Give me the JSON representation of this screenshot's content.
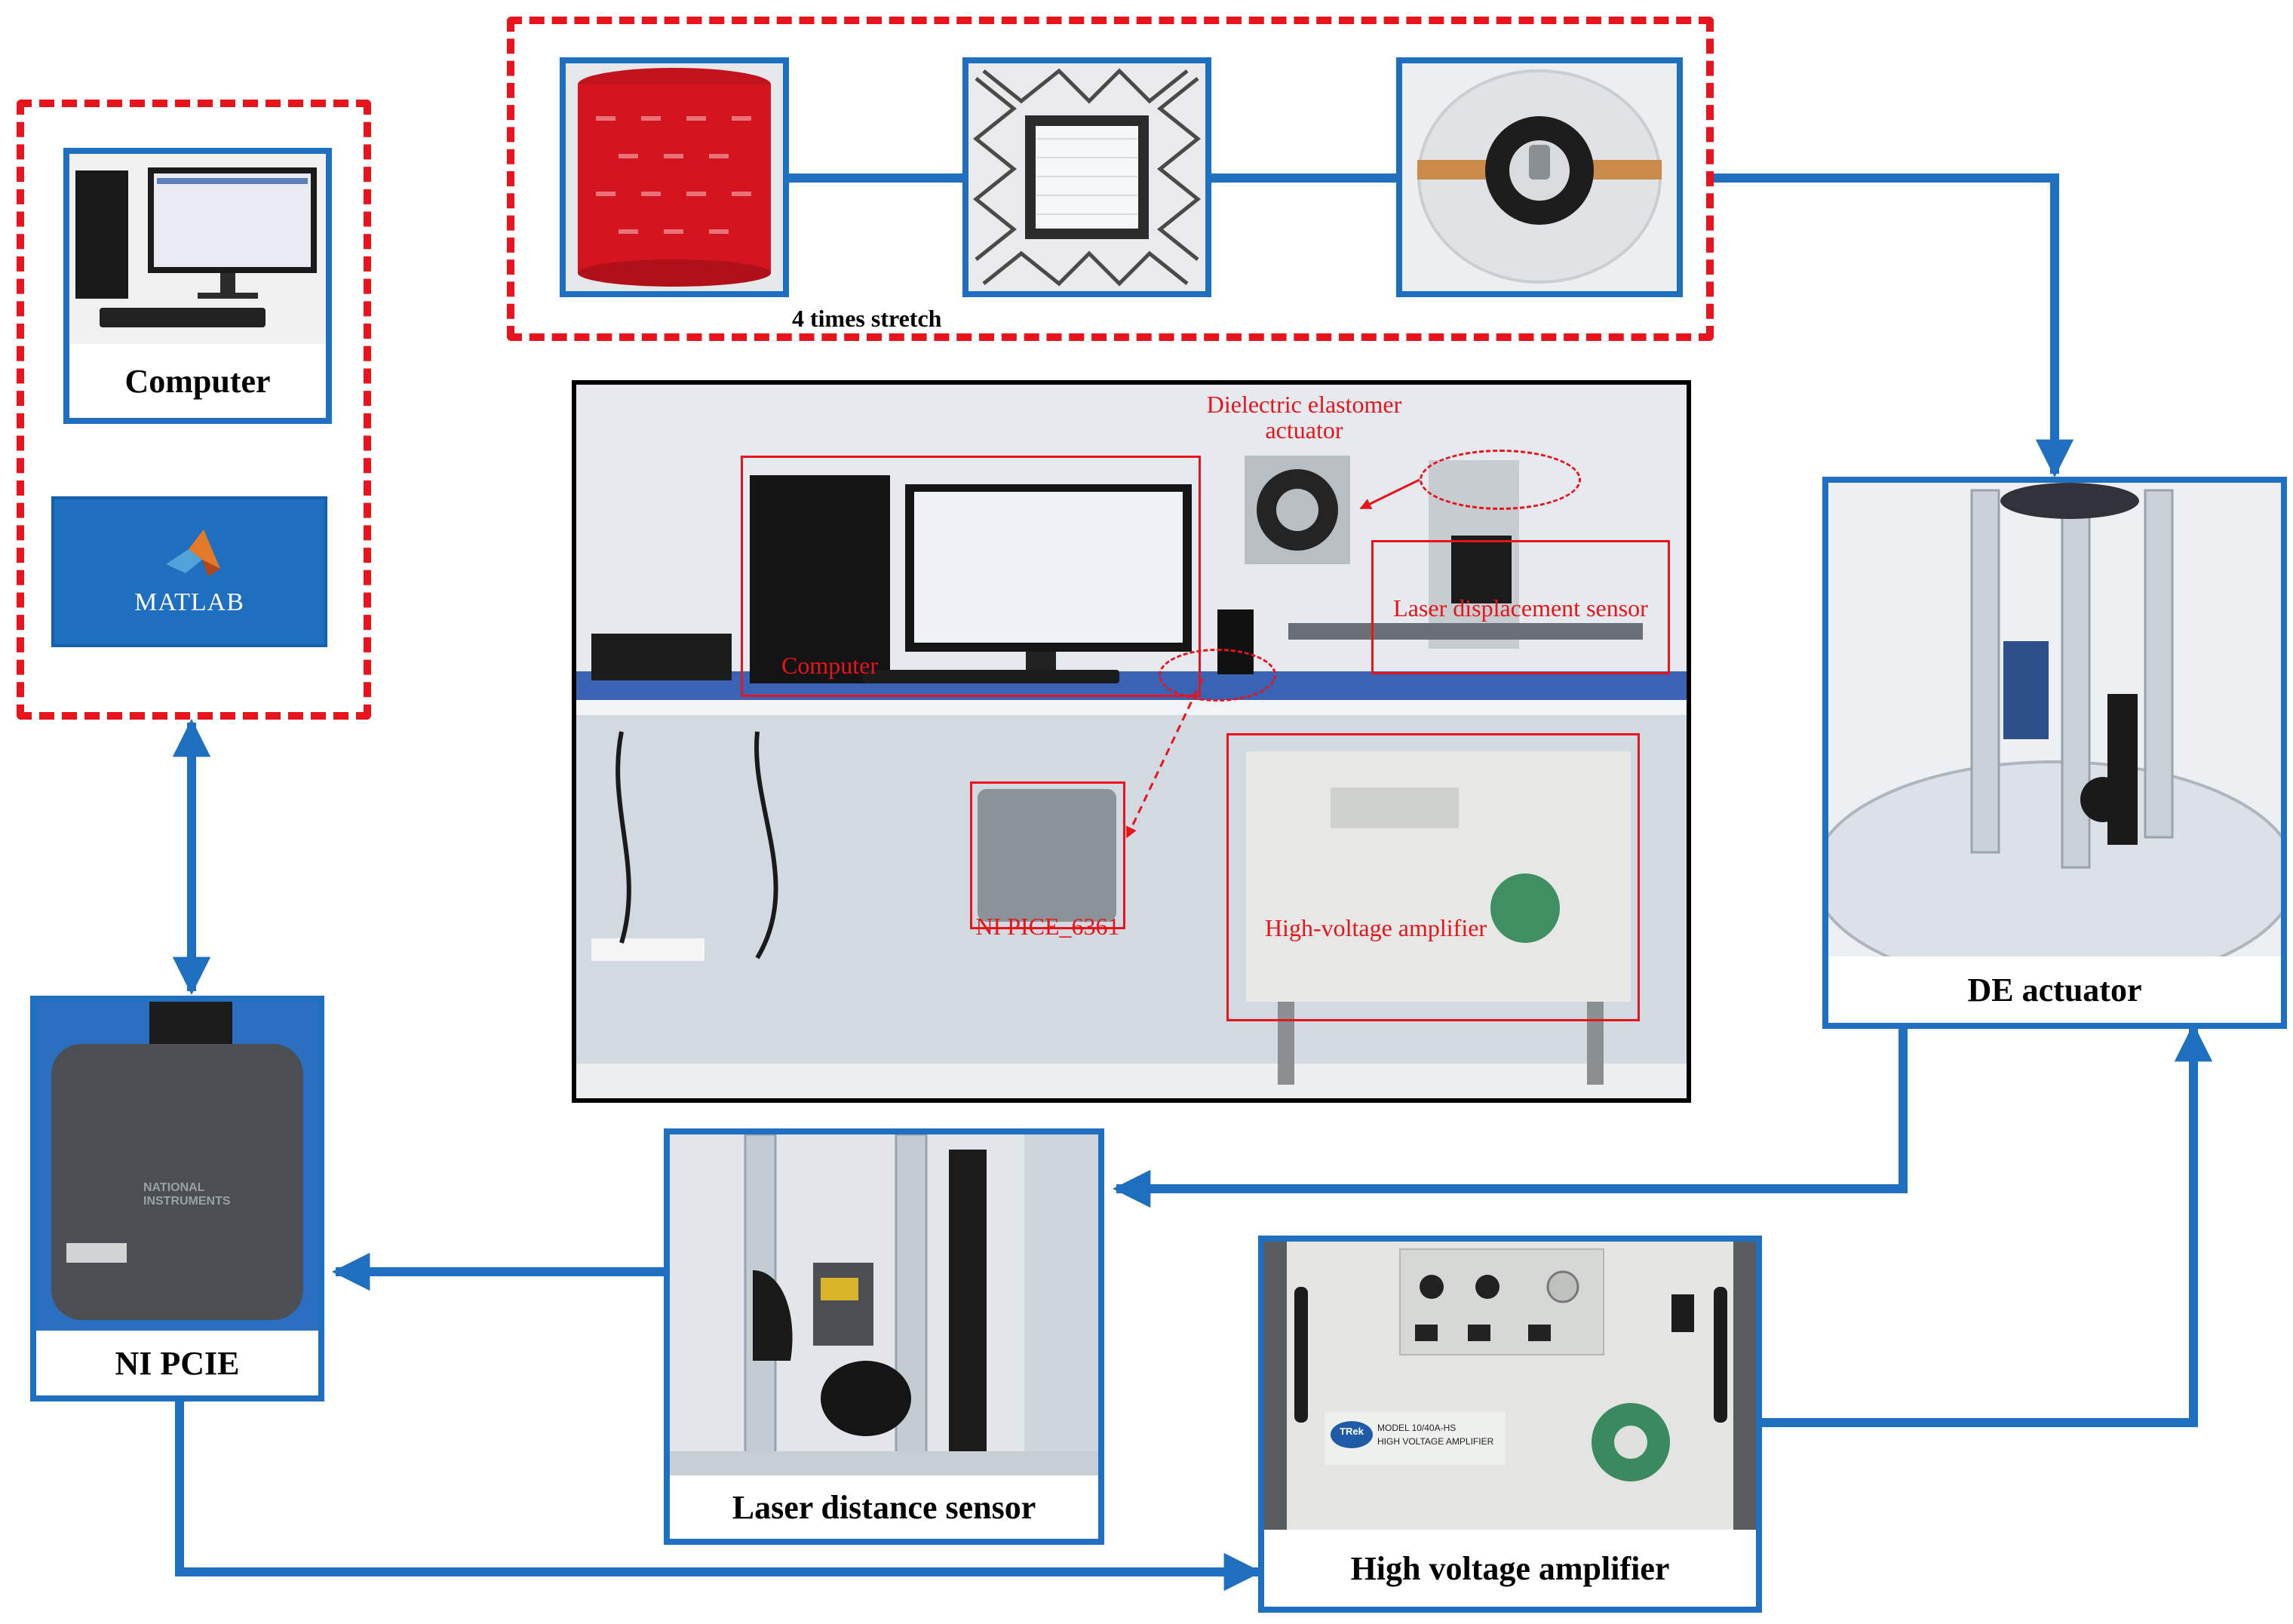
{
  "colors": {
    "accent_blue": "#1f6fc0",
    "dashed_red": "#e8141b",
    "label_red": "#e8141b"
  },
  "top_group": {
    "caption": "4 times stretch"
  },
  "software_group": {
    "matlab_label": "MATLAB"
  },
  "nodes": {
    "computer": "Computer",
    "de_actuator": "DE actuator",
    "ni_pcie": "NI PCIE",
    "laser_sensor": "Laser distance sensor",
    "hv_amplifier": "High voltage amplifier"
  },
  "setup_photo": {
    "labels": {
      "dea": "Dielectric elastomer actuator",
      "laser": "Laser displacement sensor",
      "computer": "Computer",
      "ni": "NI PICE_6361",
      "hv": "High-voltage amplifier"
    }
  },
  "photo_text": {
    "ni_brand": "NATIONAL INSTRUMENTS",
    "trek_logo": "TRek",
    "trek_model": "MODEL 10/40A-HS",
    "trek_desc": "HIGH VOLTAGE AMPLIFIER"
  }
}
